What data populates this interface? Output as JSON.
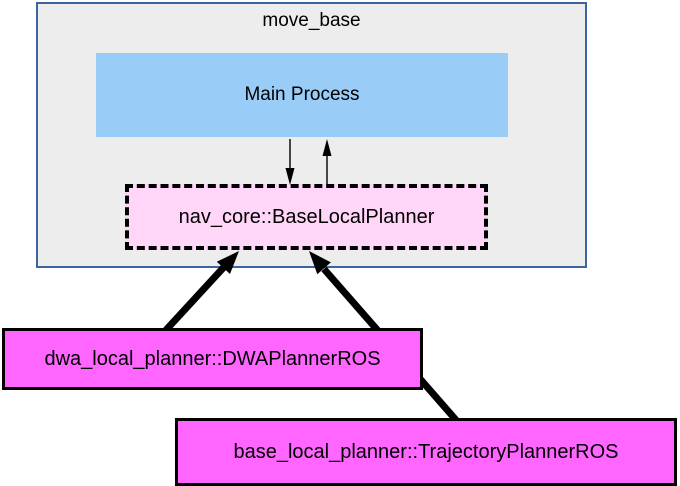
{
  "title": "move_base",
  "nodes": {
    "main_process": {
      "label": "Main Process"
    },
    "interface": {
      "label": "nav_core::BaseLocalPlanner"
    },
    "dwa_planner": {
      "label": "dwa_local_planner::DWAPlannerROS"
    },
    "trajectory_planner": {
      "label": "base_local_planner::TrajectoryPlannerROS"
    }
  },
  "edges": [
    {
      "from": "main_process",
      "to": "interface",
      "style": "thin-arrow-down"
    },
    {
      "from": "interface",
      "to": "main_process",
      "style": "thin-arrow-up"
    },
    {
      "from": "dwa_planner",
      "to": "interface",
      "style": "thick-arrow"
    },
    {
      "from": "trajectory_planner",
      "to": "interface",
      "style": "thick-arrow"
    }
  ],
  "colors": {
    "container_fill": "#ededed",
    "container_border": "#3a66a0",
    "process_fill": "#9accf8",
    "interface_fill": "#ffd5f8",
    "plugin_fill": "#ff66ff",
    "arrow": "#000000"
  }
}
